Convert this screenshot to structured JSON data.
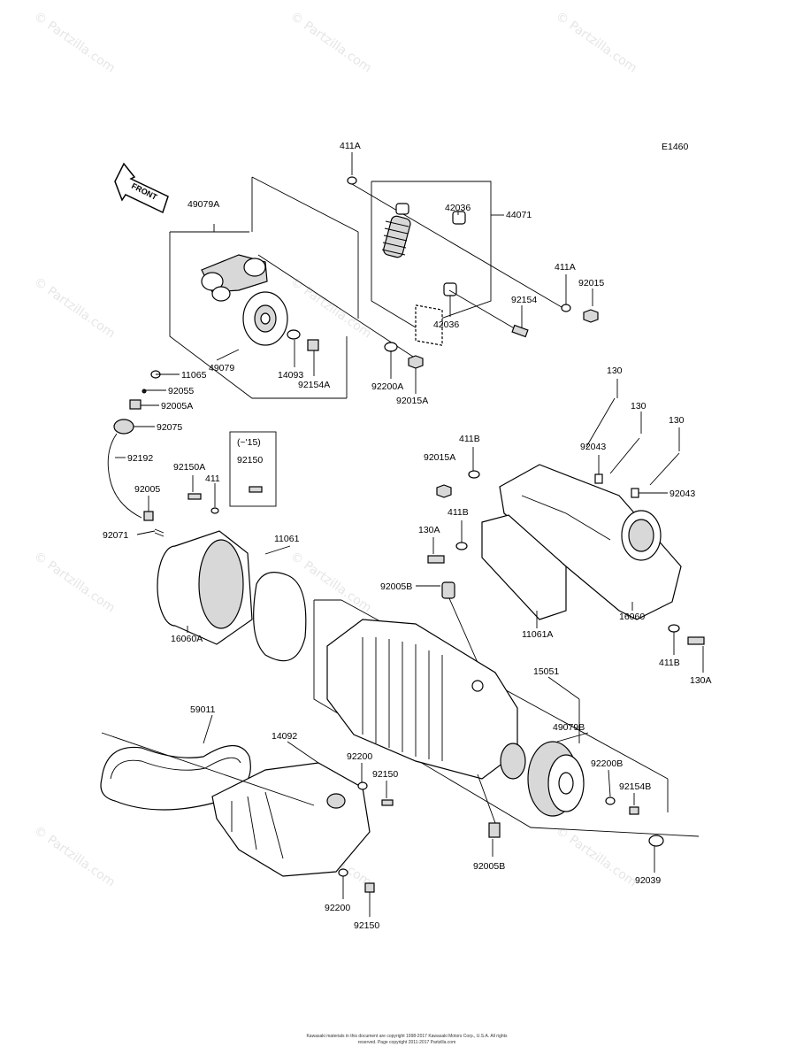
{
  "diagram_code": "E1460",
  "front_arrow_label": "FRONT",
  "watermark": "© Partzilla.com",
  "inset_label": "(~'15)",
  "copyright": "Kawasaki materials in this document are copyright 1998-2017 Kawasaki Motors Corp., U.S.A. All rights reserved. Page copyright 2011-2017 Partzilla.com",
  "part_labels": {
    "p411a_top": "411A",
    "p42036_top": "42036",
    "p44071": "44071",
    "p49079a": "49079A",
    "p411a_right": "411A",
    "p92015": "92015",
    "p92154": "92154",
    "p42036_bot": "42036",
    "p49079": "49079",
    "p14093": "14093",
    "p92154a": "92154A",
    "p92200a": "92200A",
    "p92015a_top": "92015A",
    "p11065": "11065",
    "p92055": "92055",
    "p92005a": "92005A",
    "p92075": "92075",
    "p92192": "92192",
    "p92150a": "92150A",
    "p411": "411",
    "p92150_inset": "92150",
    "p92005": "92005",
    "p92071": "92071",
    "p130_a": "130",
    "p130_b": "130",
    "p130_c": "130",
    "p92043_a": "92043",
    "p92043_b": "92043",
    "p411b_a": "411B",
    "p92015a_mid": "92015A",
    "p411b_b": "411B",
    "p130a_left": "130A",
    "p11061": "11061",
    "p92005b_top": "92005B",
    "p16060a": "16060A",
    "p11061a": "11061A",
    "p16060": "16060",
    "p411b_c": "411B",
    "p130a_right": "130A",
    "p15051": "15051",
    "p59011": "59011",
    "p14092": "14092",
    "p92200_top": "92200",
    "p92150_mid": "92150",
    "p49079b": "49079B",
    "p92200b": "92200B",
    "p92154b": "92154B",
    "p92005b_bot": "92005B",
    "p92039": "92039",
    "p92200_bot": "92200",
    "p92150_bot": "92150"
  }
}
